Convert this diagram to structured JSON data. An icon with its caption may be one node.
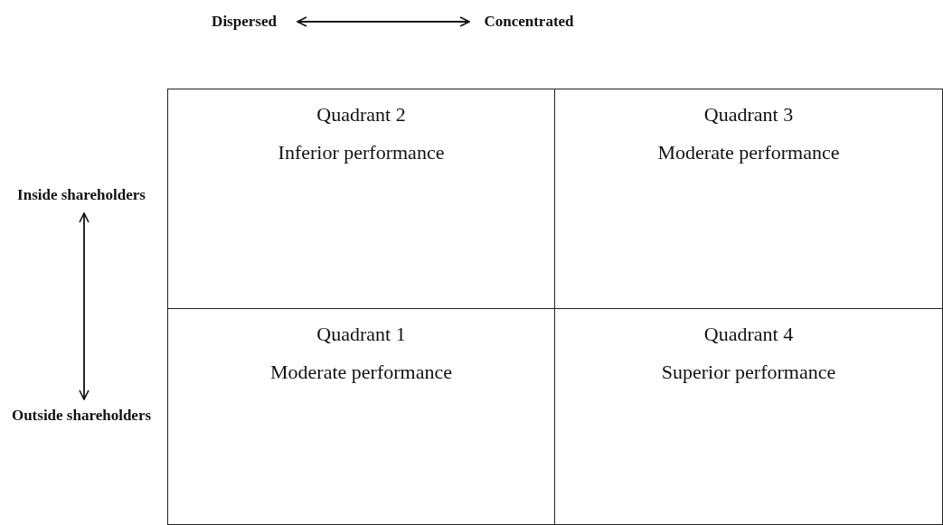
{
  "diagram": {
    "nodes": [
      {
        "text": [
          "Dispersed"
        ]
      },
      {
        "text": [
          "Concentrated"
        ]
      },
      {
        "text": [
          "Inside shareholders"
        ]
      },
      {
        "text": [
          "Quadrant 2",
          "Inferior performance"
        ]
      },
      {
        "text": [
          "Quadrant 3",
          "Moderate performance"
        ]
      },
      {
        "text": [
          "Outside shareholders"
        ]
      },
      {
        "text": [
          "Quadrant 1",
          "Moderate performance"
        ]
      },
      {
        "text": [
          "Quadrant 4",
          "Superior performance"
        ]
      }
    ],
    "edges": [
      {
        "from": 0,
        "to": 1,
        "arrow": "both"
      },
      {
        "from": 2,
        "to": 5,
        "arrow": "both"
      }
    ]
  }
}
